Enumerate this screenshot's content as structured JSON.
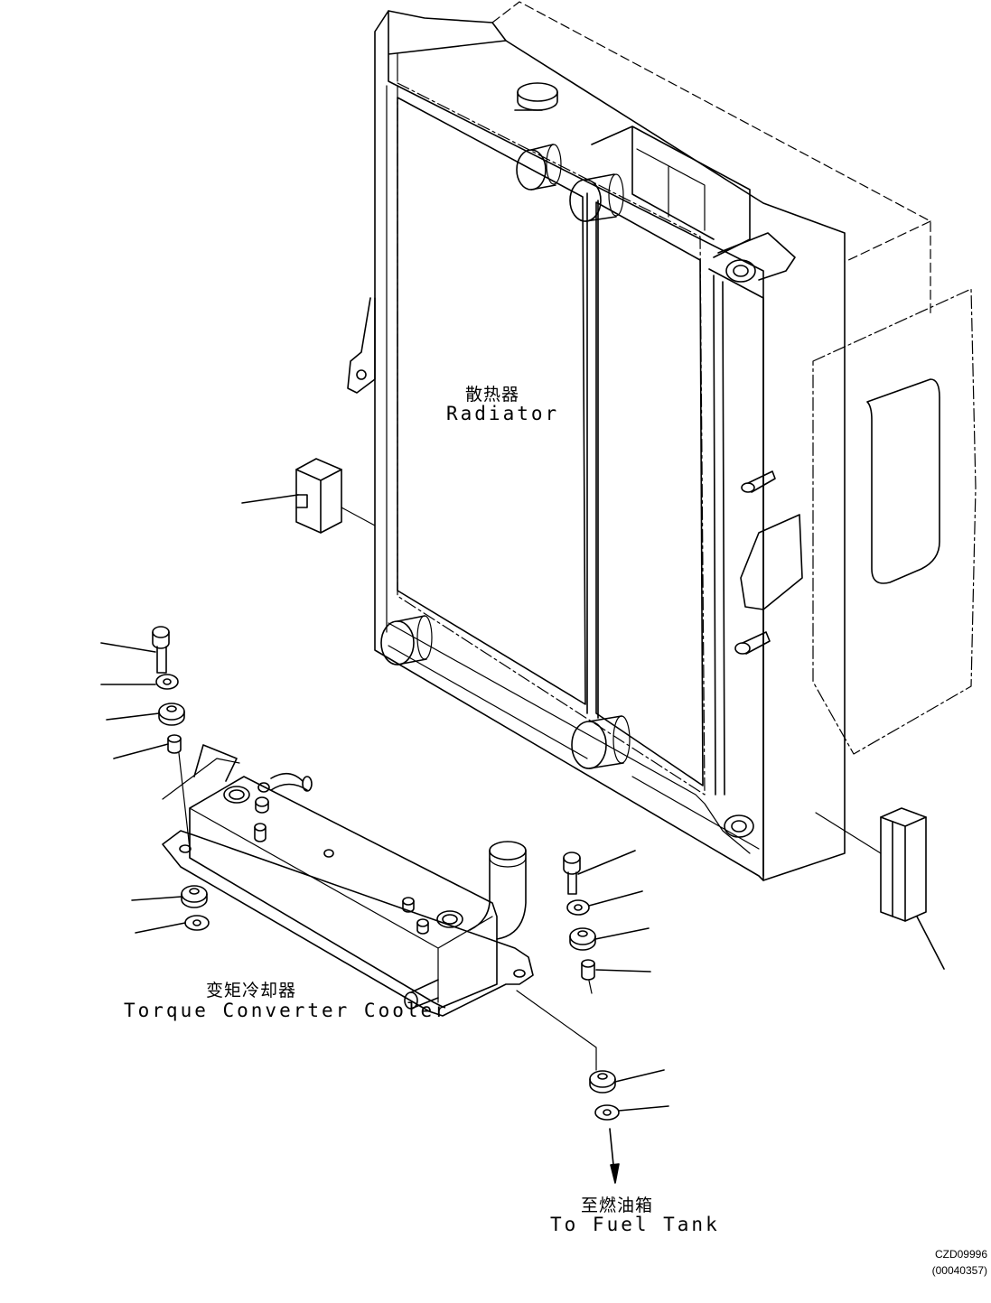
{
  "labels": {
    "radiator_cn": "散热器",
    "radiator_en": "Radiator",
    "cooler_cn": "变矩冷却器",
    "cooler_en": "Torque Converter Cooler",
    "fuel_cn": "至燃油箱",
    "fuel_en": "To Fuel Tank"
  },
  "drawing_code": {
    "id": "CZD09996",
    "ref": "(00040357)"
  },
  "colors": {
    "line": "#000000",
    "background": "#ffffff"
  }
}
